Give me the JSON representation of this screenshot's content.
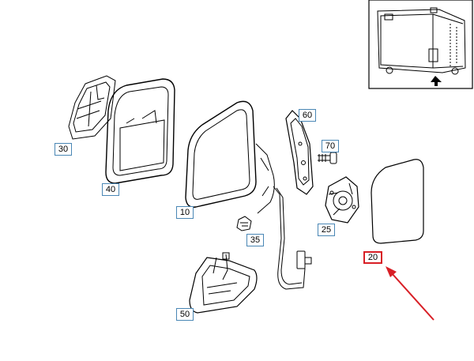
{
  "callouts": {
    "c10": "10",
    "c20": "20",
    "c25": "25",
    "c30": "30",
    "c35": "35",
    "c40": "40",
    "c50": "50",
    "c60": "60",
    "c70": "70"
  },
  "colors": {
    "line": "#000000",
    "callout_border": "#4a87b5",
    "highlight": "#d81f26"
  },
  "highlighted_part": "20"
}
